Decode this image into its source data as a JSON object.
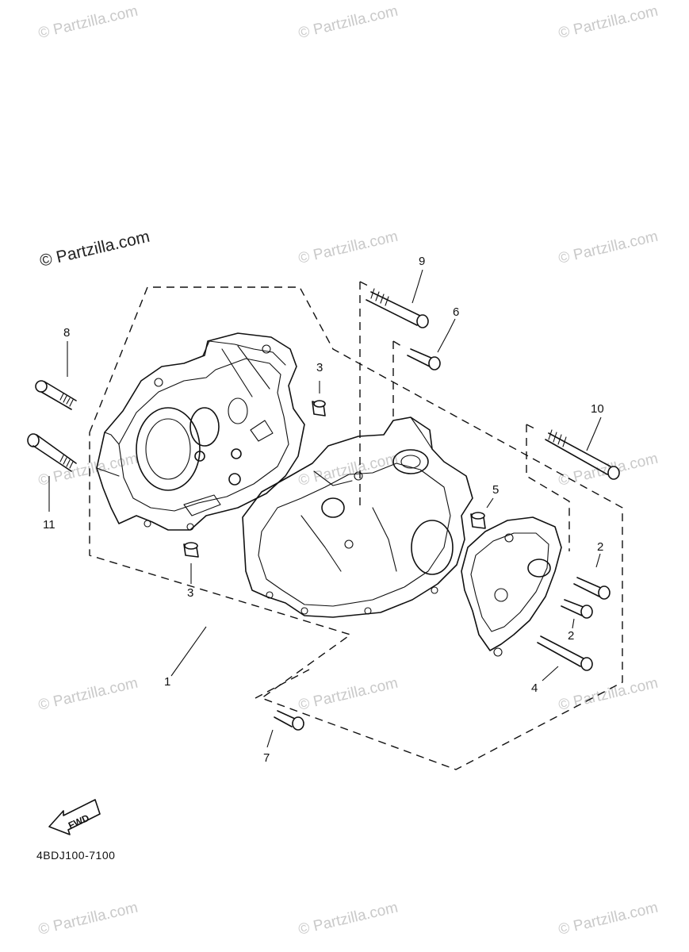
{
  "watermark": {
    "main_text": "© Partzilla.com",
    "tiled_text": "© Partzilla.com"
  },
  "diagram": {
    "diagram_code": "4BDJ100-7100",
    "fwd_label": "FWD",
    "callouts": {
      "c1": "1",
      "c2a": "2",
      "c2b": "2",
      "c3a": "3",
      "c3b": "3",
      "c4": "4",
      "c5": "5",
      "c6": "6",
      "c7": "7",
      "c8": "8",
      "c9": "9",
      "c10": "10",
      "c11": "11"
    }
  },
  "colors": {
    "line": "#111111",
    "watermark": "#c9c9c9",
    "background": "#ffffff"
  }
}
